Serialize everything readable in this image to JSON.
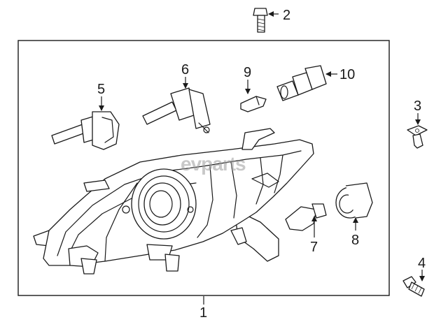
{
  "watermark": "evparts",
  "callouts": [
    {
      "id": "1",
      "label": "1"
    },
    {
      "id": "2",
      "label": "2"
    },
    {
      "id": "3",
      "label": "3"
    },
    {
      "id": "4",
      "label": "4"
    },
    {
      "id": "5",
      "label": "5"
    },
    {
      "id": "6",
      "label": "6"
    },
    {
      "id": "7",
      "label": "7"
    },
    {
      "id": "8",
      "label": "8"
    },
    {
      "id": "9",
      "label": "9"
    },
    {
      "id": "10",
      "label": "10"
    }
  ],
  "colors": {
    "line": "#1a1a1a",
    "background": "#ffffff",
    "watermark": "#9a9a9a"
  }
}
